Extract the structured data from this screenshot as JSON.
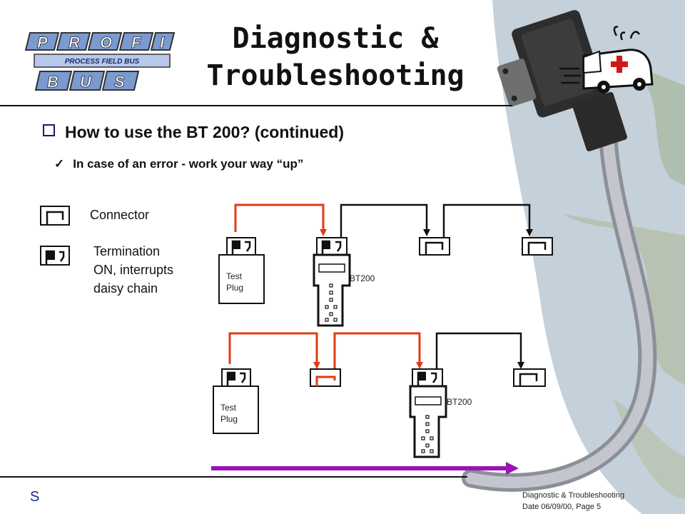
{
  "title": "Diagnostic & Troubleshooting",
  "logo": {
    "letters_top": [
      "P",
      "R",
      "O",
      "F",
      "I"
    ],
    "banner": "PROCESS FIELD BUS",
    "letters_bottom": [
      "B",
      "U",
      "S"
    ]
  },
  "bullet_main": "How to use the BT 200? (continued)",
  "bullet_sub": "In case of an error - work your way “up”",
  "legend": {
    "connector": "Connector",
    "termination_lines": [
      "Termination",
      "ON, interrupts",
      "daisy chain"
    ]
  },
  "labels": {
    "test_plug_lines": [
      "Test",
      "Plug"
    ],
    "bt200": "BT200"
  },
  "footer": {
    "left": "S",
    "right_line1": "Diagnostic & Troubleshooting",
    "right_line2": "Date 06/09/00,  Page 5"
  },
  "colors": {
    "accent_red": "#e03c14",
    "accent_purple": "#9a14b4",
    "logo_blue": "#7a9ad0",
    "ambulance_cross": "#d01818"
  }
}
